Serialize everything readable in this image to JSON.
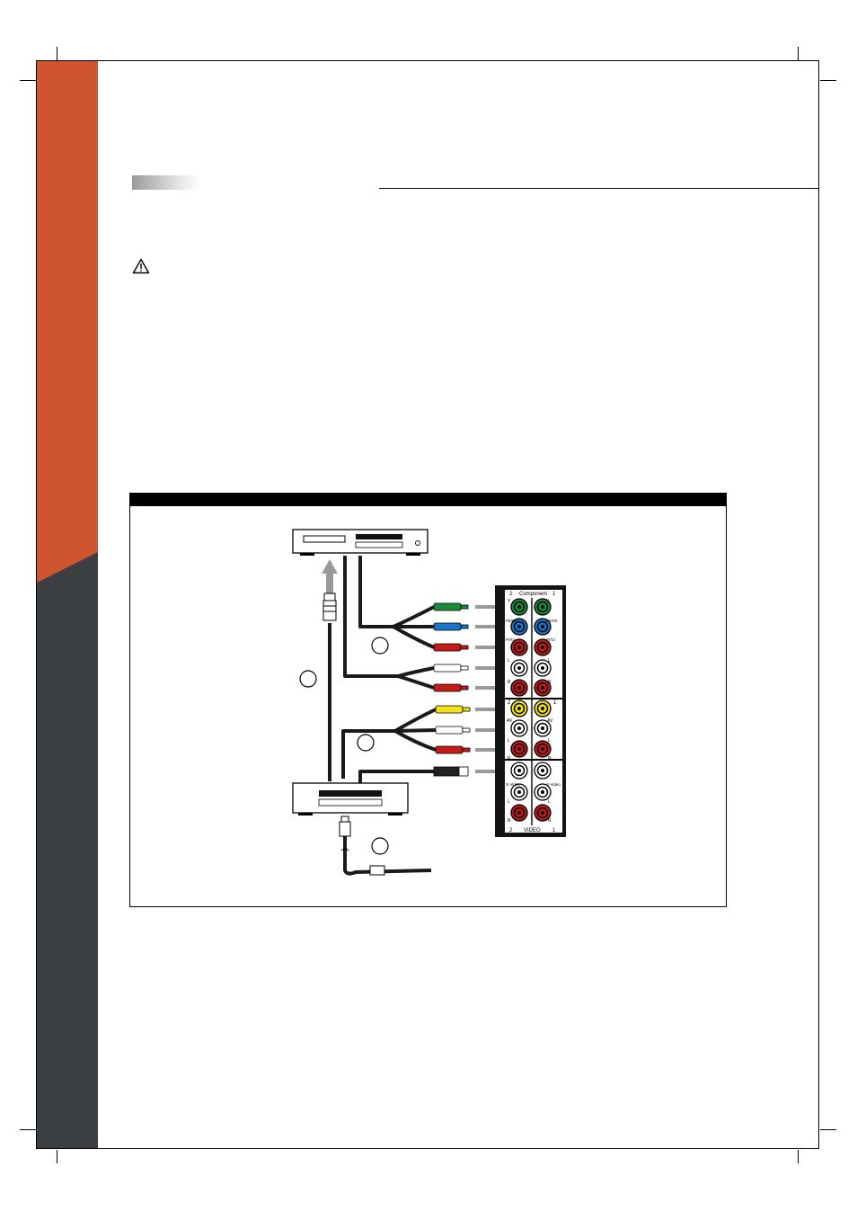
{
  "colors": {
    "side_band_top": "#cf5530",
    "side_band_bottom": "#3c3f42",
    "component_green": "#1c8a3c",
    "component_blue": "#1a74c8",
    "audio_red": "#c41a1a",
    "video_yellow": "#f2e21a",
    "audio_white": "#ffffff",
    "cable": "#1a1a1a",
    "arrow_gray": "#9a9a9a"
  },
  "icons": [
    "warning-triangle-icon",
    "circle-marker-icon",
    "arrow-right-icon",
    "arrow-up-icon"
  ],
  "diagram": {
    "panel": {
      "component_header": "Component",
      "component_col_left": "2",
      "component_col_right": "1",
      "y_left": "Y",
      "y_right": "Y",
      "pb_left": "Pb/Cb",
      "pb_right": "Pb/Cb",
      "pr_left": "Pr/Cr",
      "pr_right": "Pr/Cr",
      "l_left": "L",
      "l_right": "L",
      "r_left": "R",
      "r_right": "R",
      "av_col_left": "2",
      "av_col_right": "1",
      "av_left": "AV",
      "av_right": "AV",
      "av_l_left": "L",
      "av_l_right": "L",
      "av_r_left": "R",
      "av_r_right": "R",
      "svideo_left": "S-Video",
      "svideo_right": "S-Video",
      "video_l_left": "L",
      "video_l_right": "L",
      "video_r_left": "R",
      "video_r_right": "R",
      "video_footer": "VIDEO",
      "video_col_left": "2",
      "video_col_right": "1"
    }
  }
}
